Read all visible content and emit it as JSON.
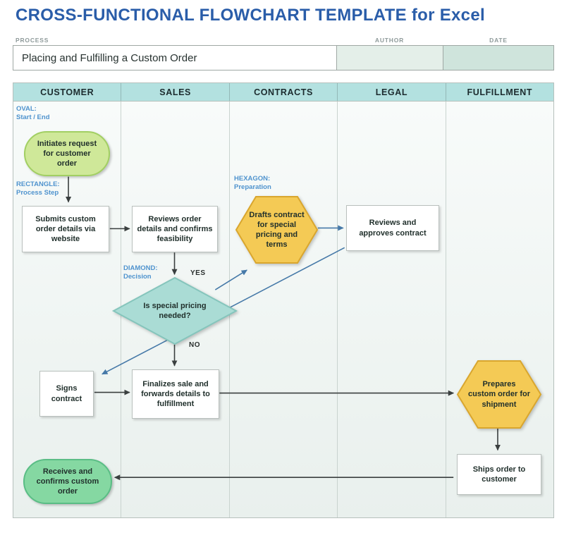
{
  "title": "CROSS-FUNCTIONAL FLOWCHART TEMPLATE for Excel",
  "meta": {
    "process_label": "PROCESS",
    "author_label": "AUTHOR",
    "date_label": "DATE",
    "process_value": "Placing and Fulfilling a Custom Order",
    "author_value": "",
    "date_value": ""
  },
  "lanes": [
    "CUSTOMER",
    "SALES",
    "CONTRACTS",
    "LEGAL",
    "FULFILLMENT"
  ],
  "annotations": {
    "oval": {
      "line1": "OVAL:",
      "line2": "Start / End"
    },
    "rectangle": {
      "line1": "RECTANGLE:",
      "line2": "Process Step"
    },
    "diamond": {
      "line1": "DIAMOND:",
      "line2": "Decision"
    },
    "hexagon": {
      "line1": "HEXAGON:",
      "line2": "Preparation"
    }
  },
  "branch": {
    "yes": "YES",
    "no": "NO"
  },
  "nodes": {
    "initiates": {
      "shape": "oval",
      "lane": "CUSTOMER",
      "label": "Initiates request for customer order"
    },
    "submits": {
      "shape": "rectangle",
      "lane": "CUSTOMER",
      "label": "Submits custom order details via website"
    },
    "reviews_order": {
      "shape": "rectangle",
      "lane": "SALES",
      "label": "Reviews order details and confirms feasibility"
    },
    "decision": {
      "shape": "diamond",
      "lane": "SALES",
      "label": "Is special pricing needed?"
    },
    "drafts": {
      "shape": "hexagon",
      "lane": "CONTRACTS",
      "label": "Drafts contract for special pricing and terms"
    },
    "approves": {
      "shape": "rectangle",
      "lane": "LEGAL",
      "label": "Reviews and approves contract"
    },
    "signs": {
      "shape": "rectangle",
      "lane": "CUSTOMER",
      "label": "Signs contract"
    },
    "finalizes": {
      "shape": "rectangle",
      "lane": "SALES",
      "label": "Finalizes sale and forwards details to fulfillment"
    },
    "prepares": {
      "shape": "hexagon",
      "lane": "FULFILLMENT",
      "label": "Prepares custom order for shipment"
    },
    "ships": {
      "shape": "rectangle",
      "lane": "FULFILLMENT",
      "label": "Ships order to customer"
    },
    "receives": {
      "shape": "oval",
      "lane": "CUSTOMER",
      "label": "Receives and confirms custom order"
    }
  },
  "edges": [
    {
      "from": "initiates",
      "to": "submits",
      "color": "dark"
    },
    {
      "from": "submits",
      "to": "reviews_order",
      "color": "dark"
    },
    {
      "from": "reviews_order",
      "to": "decision",
      "color": "dark"
    },
    {
      "from": "decision",
      "to": "drafts",
      "label": "YES",
      "color": "blue"
    },
    {
      "from": "drafts",
      "to": "approves",
      "color": "blue"
    },
    {
      "from": "approves",
      "to": "signs",
      "color": "blue"
    },
    {
      "from": "decision",
      "to": "finalizes",
      "label": "NO",
      "color": "dark"
    },
    {
      "from": "signs",
      "to": "finalizes",
      "color": "dark"
    },
    {
      "from": "finalizes",
      "to": "prepares",
      "color": "dark"
    },
    {
      "from": "prepares",
      "to": "ships",
      "color": "dark"
    },
    {
      "from": "ships",
      "to": "receives",
      "color": "dark"
    }
  ],
  "colors": {
    "title": "#2a5da9",
    "headerBg": "#b3e1e0",
    "annBlue": "#4f93ce",
    "arrowDark": "#3a3f3f",
    "arrowBlue": "#4679a8",
    "oval1Fill": "#cfe899",
    "oval2Fill": "#85d8a2",
    "diamondFill": "#aadcd5",
    "hexFill": "#f4ca55",
    "authorBg": "#e4efe9",
    "dateBg": "#cfe4dc"
  }
}
